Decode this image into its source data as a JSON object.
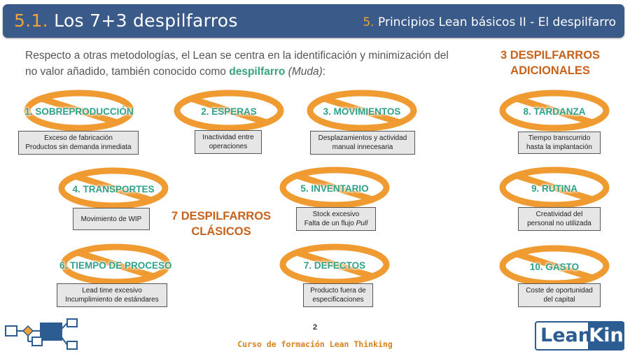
{
  "header": {
    "section_num": "5.1.",
    "title": "Los 7+3 despilfarros",
    "chapter_num": "5.",
    "chapter_title": "Principios Lean básicos II - El despilfarro"
  },
  "intro": {
    "text1": "Respecto a otras metodologías, el Lean se centra en la identificación y minimización del no valor añadido, también conocido como ",
    "keyword": "despilfarro",
    "space": " ",
    "muda": "(Muda)",
    "colon": ":"
  },
  "sections": {
    "additional_line1": "3 DESPILFARROS",
    "additional_line2": "ADICIONALES",
    "classic_line1": "7 DESPILFARROS",
    "classic_line2": "CLÁSICOS"
  },
  "wastes": [
    {
      "label": "1. SOBREPRODUCCIÓN",
      "desc1": "Exceso de fabricación",
      "desc2": "Productos sin demanda inmediata"
    },
    {
      "label": "2. ESPERAS",
      "desc1": "Inactividad entre",
      "desc2": "operaciones"
    },
    {
      "label": "3. MOVIMIENTOS",
      "desc1": "Desplazamientos y actividad",
      "desc2": "manual innecesaria"
    },
    {
      "label": "4. TRANSPORTES",
      "desc1": "Movimiento de WIP",
      "desc2": ""
    },
    {
      "label": "5. INVENTARIO",
      "desc1": "Stock excesivo",
      "desc2": "Falta de un flujo ",
      "desc2_italic": "Pull"
    },
    {
      "label": "6. TIEMPO DE PROCESO",
      "desc1": "Lead time excesivo",
      "desc2": "Incumplimiento de estándares"
    },
    {
      "label": "7. DEFECTOS",
      "desc1": "Producto fuera de",
      "desc2": "especificaciones"
    },
    {
      "label": "8. TARDANZA",
      "desc1": "Tiempo transcurrido",
      "desc2": "hasta la implantación"
    },
    {
      "label": "9. RUTINA",
      "desc1": "Creatividad del",
      "desc2": "personal no utilizada"
    },
    {
      "label": "10. GASTO",
      "desc1": "Coste de oportunidad",
      "desc2": "del capital"
    }
  ],
  "footer": {
    "page_number": "2",
    "course": "Curso de formación Lean Thinking",
    "logo_lean": "Lean",
    "logo_kin": "Kin"
  },
  "colors": {
    "header_bg": "#3a5a89",
    "accent_orange": "#f3a23a",
    "label_teal": "#2fa189",
    "section_orange": "#c8621a"
  }
}
